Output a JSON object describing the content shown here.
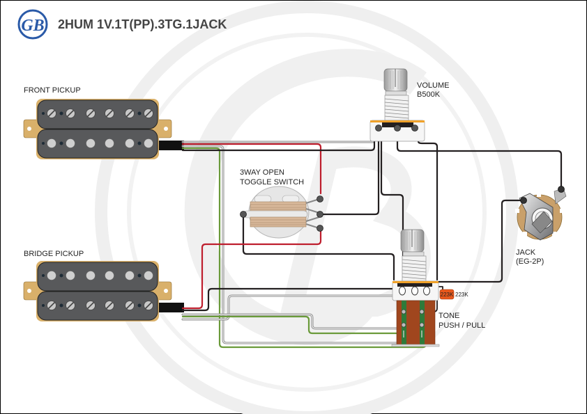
{
  "header": {
    "logo_text": "GB",
    "title": "2HUM 1V.1T(PP).3TG.1JACK"
  },
  "components": {
    "front_pickup": {
      "label": "FRONT PICKUP",
      "type": "humbucker"
    },
    "bridge_pickup": {
      "label": "BRIDGE PICKUP",
      "type": "humbucker"
    },
    "volume_pot": {
      "label_line1": "VOLUME",
      "label_line2": "B500K"
    },
    "toggle_switch": {
      "label_line1": "3WAY OPEN",
      "label_line2": "TOGGLE SWITCH"
    },
    "tone_pot": {
      "label_line1": "TONE",
      "label_line2": "PUSH / PULL"
    },
    "capacitor": {
      "marking": "223K",
      "label": "223K",
      "color": "#e8581c"
    },
    "jack": {
      "label_line1": "JACK",
      "label_line2": "(EG-2P)"
    }
  },
  "colors": {
    "wire_black": "#231f20",
    "wire_red": "#be1e2d",
    "wire_green": "#6a9a3a",
    "wire_bare": "#b3b3b3",
    "pickup_cover": "#58595b",
    "pickup_base": "#d9b06a",
    "watermark": "#ececec"
  }
}
